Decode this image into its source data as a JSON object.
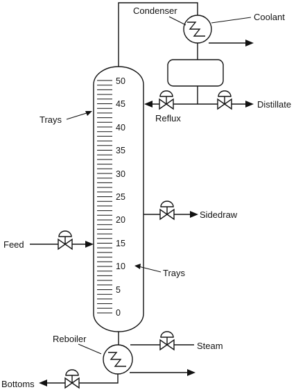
{
  "labels": {
    "condenser": "Condenser",
    "coolant": "Coolant",
    "distillate": "Distillate",
    "reflux": "Reflux",
    "trays_top": "Trays",
    "sidedraw": "Sidedraw",
    "feed": "Feed",
    "trays_bottom": "Trays",
    "reboiler": "Reboiler",
    "steam": "Steam",
    "bottoms": "Bottoms"
  },
  "tray_numbers": [
    "50",
    "45",
    "40",
    "35",
    "30",
    "25",
    "20",
    "15",
    "10",
    "5",
    "0"
  ],
  "tray_count": 50
}
